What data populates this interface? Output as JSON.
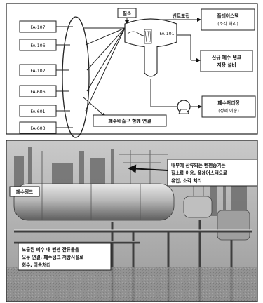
{
  "diagram": {
    "vessels": [
      "FA-107",
      "FA-106",
      "FA-102",
      "FA-606",
      "FA-601",
      "FA-603"
    ],
    "tank_label": "FA-101",
    "nitrogen_label": "질소",
    "vent_label": "벤트포집",
    "flare_box": [
      "플레어스택",
      "(소각 처리)"
    ],
    "storage_box": [
      "신규 폐수 탱크",
      "저장 설비"
    ],
    "treatment_box": [
      "폐수처리장",
      "(정제 이송)"
    ],
    "connect_label": "폐수배출구 함께 연결"
  },
  "photo": {
    "label_left": "폐수탱크",
    "callout_top": [
      "내부에 잔류되는 벤젠증기는",
      "질소를 이용, 플레어스택으로",
      "유입, 소각 처리"
    ],
    "callout_bottom": [
      "노출된 폐수 내 벤젠 잔류물을",
      "모두 연결, 폐수탱크 저장시설로",
      "회수, 이송처리"
    ]
  }
}
